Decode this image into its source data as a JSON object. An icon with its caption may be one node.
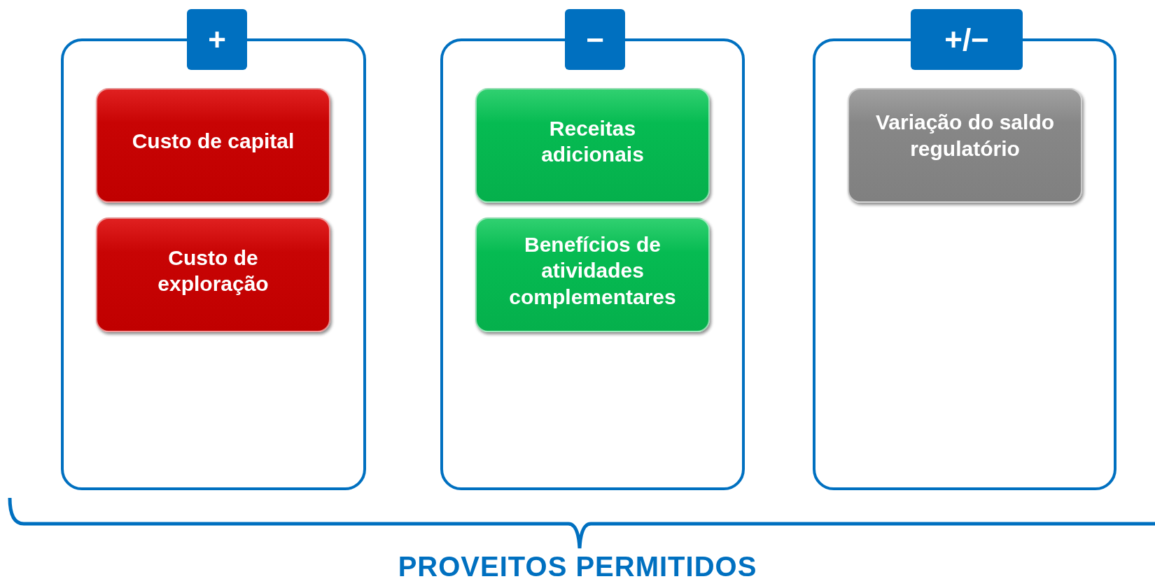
{
  "diagram": {
    "caption": "PROVEITOS PERMITIDOS",
    "nodes": [
      {
        "text": [
          "+"
        ]
      },
      {
        "text": [
          "Custo de capital"
        ],
        "in": 0
      },
      {
        "text": [
          "Custo de exploração"
        ],
        "in": 0
      },
      {
        "text": [
          "−"
        ]
      },
      {
        "text": [
          "Receitas adicionais"
        ],
        "in": 3
      },
      {
        "text": [
          "Benefícios de atividades complementares"
        ],
        "in": 3
      },
      {
        "text": [
          "+/−"
        ]
      },
      {
        "text": [
          "Variação do saldo regulatório"
        ],
        "in": 6
      }
    ]
  }
}
